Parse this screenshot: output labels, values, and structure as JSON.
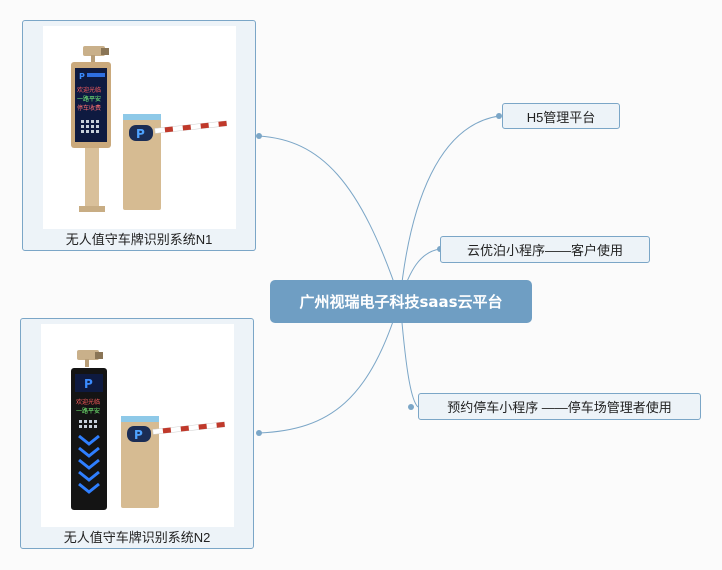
{
  "center": {
    "title": "广州视瑞电子科技saas云平台"
  },
  "products": [
    {
      "label": "无人值守车牌识别系统N1",
      "display_lines": [
        "欢迎光临",
        "一路平安",
        "停车收费"
      ],
      "sign_glyph": "P"
    },
    {
      "label": "无人值守车牌识别系统N2",
      "display_lines": [
        "欢迎光临",
        "一路平安"
      ],
      "sign_glyph": "P"
    }
  ],
  "platforms": [
    {
      "label": "H5管理平台"
    },
    {
      "label": "云优泊小程序——客户使用"
    },
    {
      "label": "预约停车小程序 ——停车场管理者使用"
    }
  ],
  "colors": {
    "accent": "#6f9ec3",
    "node_fill": "#edf3f8",
    "node_border": "#7ba6c7",
    "connector": "#7ba6c7",
    "gold": "#d9c09a",
    "barrier_red": "#c0392b"
  }
}
